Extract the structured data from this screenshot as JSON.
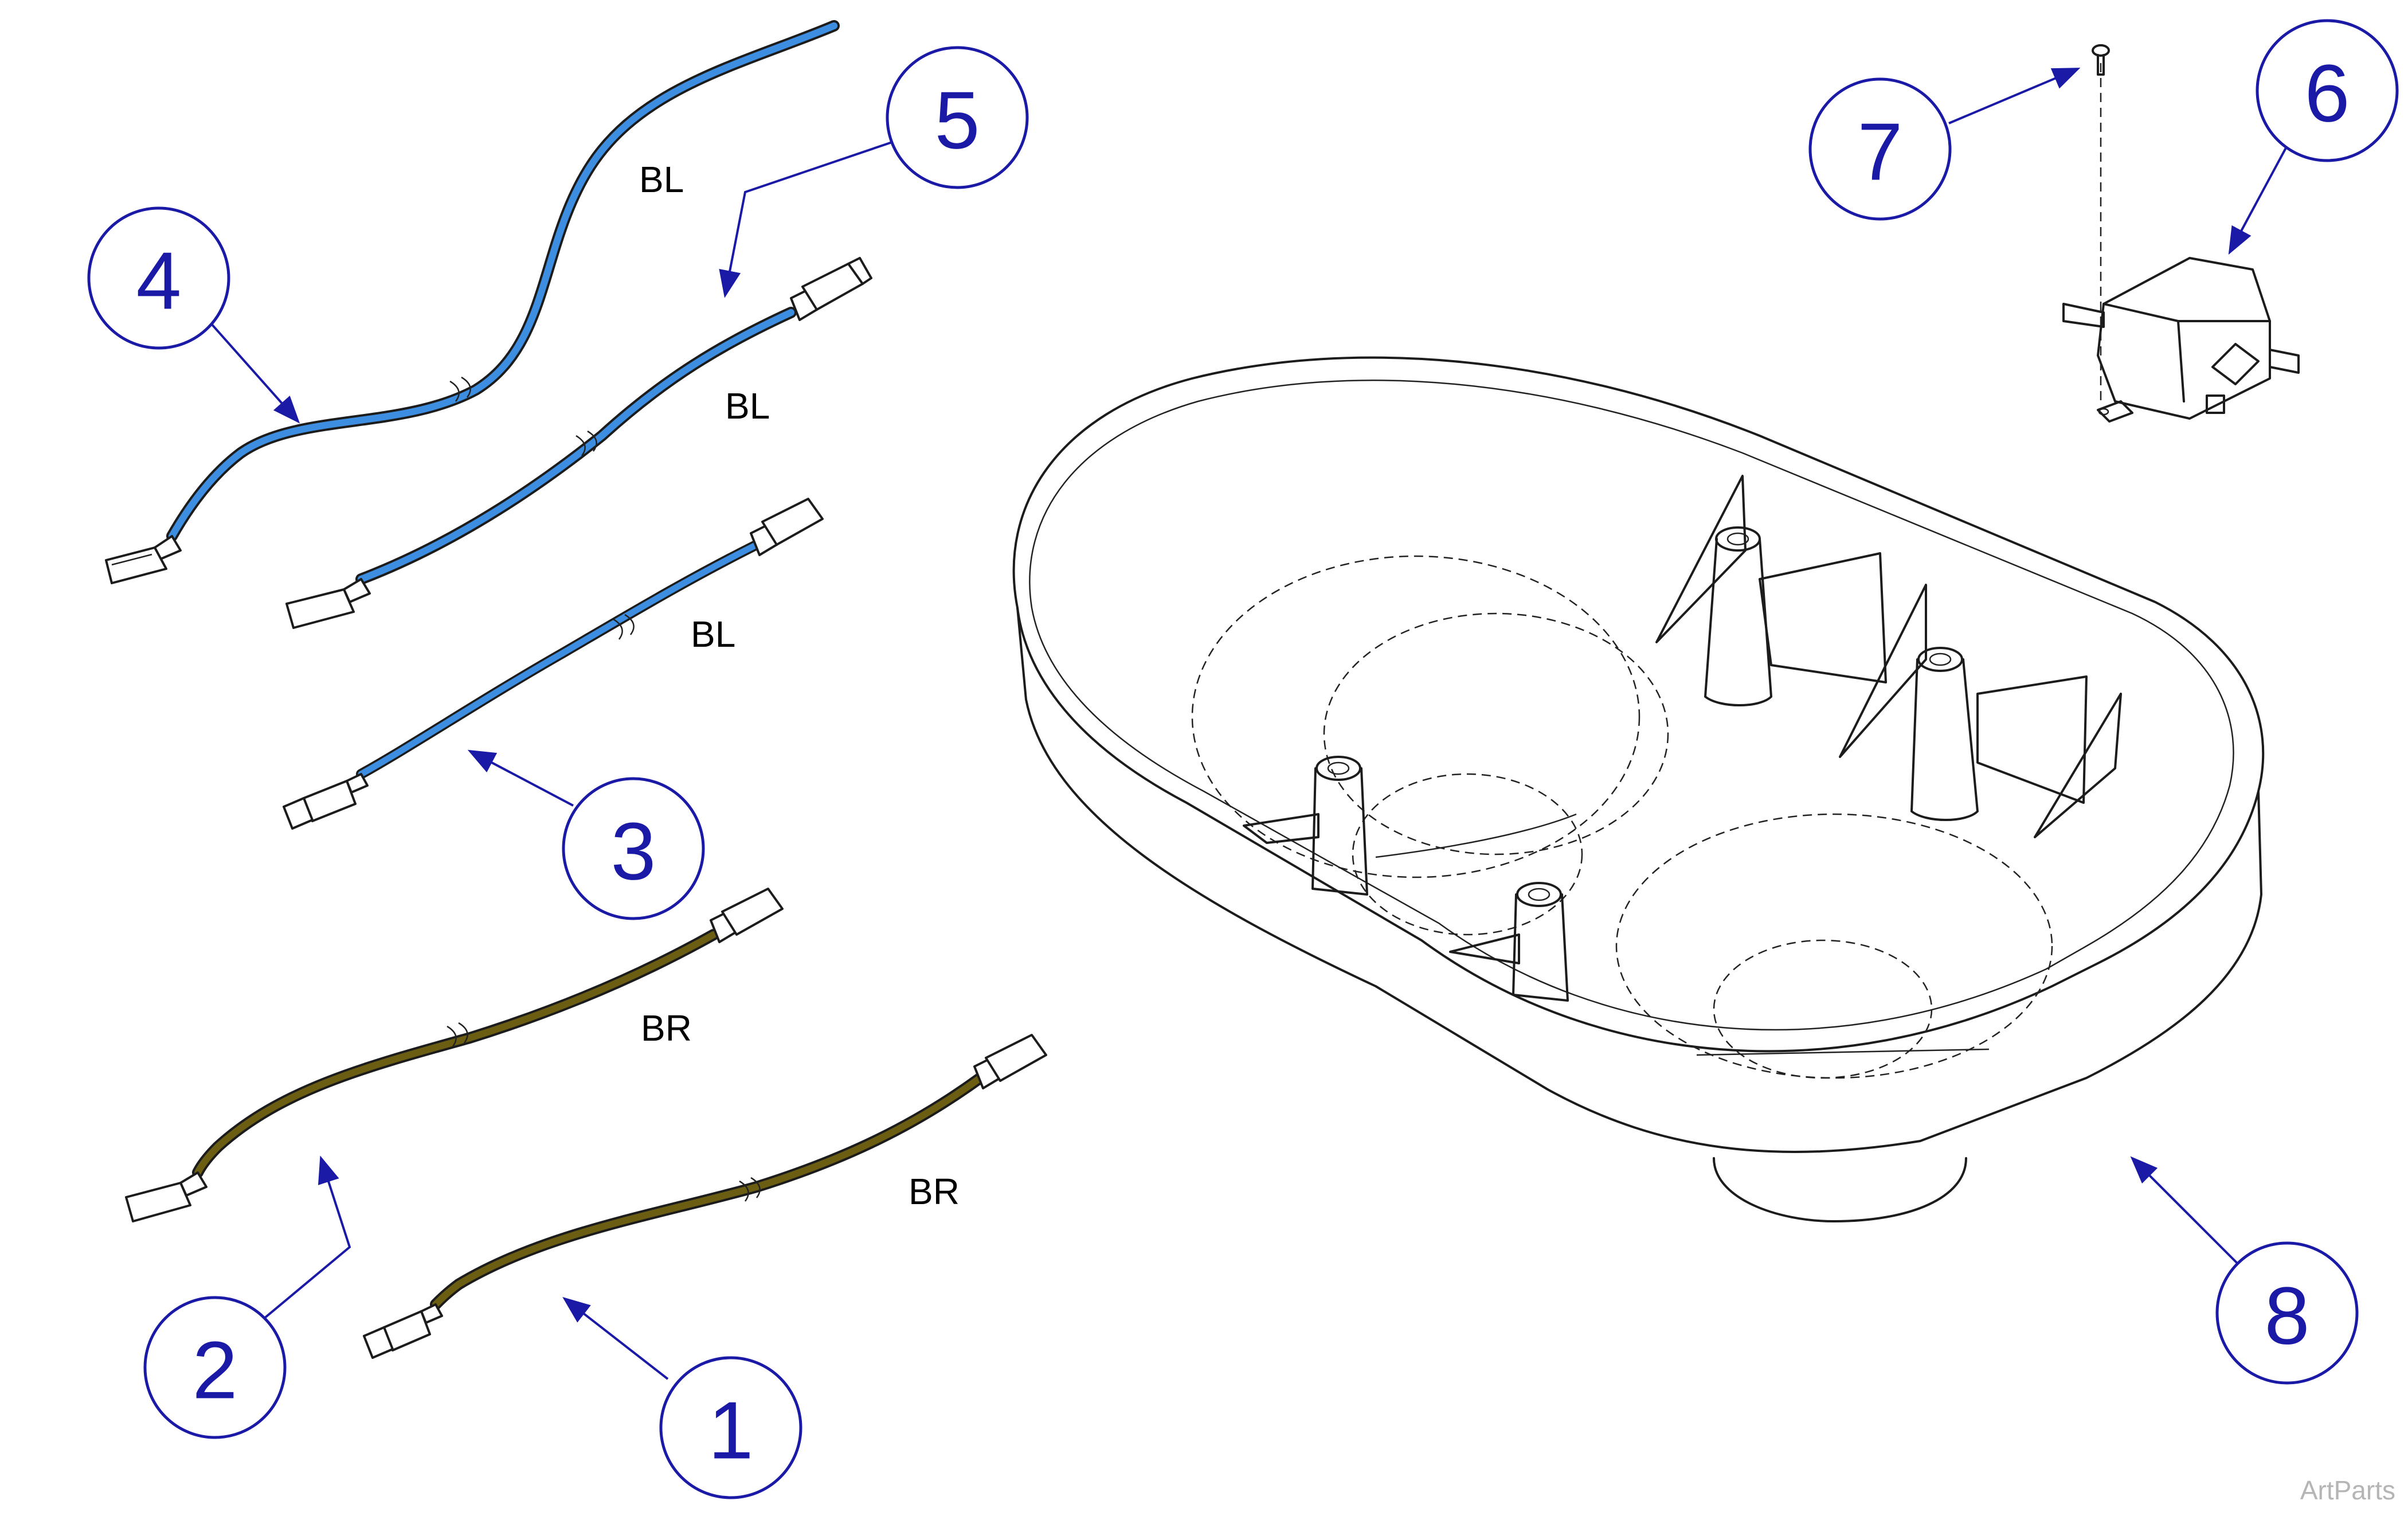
{
  "labels": {
    "wire_bl_4": "BL",
    "wire_bl_5": "BL",
    "wire_bl_3": "BL",
    "wire_br_2": "BR",
    "wire_br_1": "BR"
  },
  "balloons": {
    "b1": "1",
    "b2": "2",
    "b3": "3",
    "b4": "4",
    "b5": "5",
    "b6": "6",
    "b7": "7",
    "b8": "8"
  },
  "colors": {
    "blue_wire": "#3d8ee0",
    "brown_wire": "#6b5d12",
    "callout": "#1a1aa6"
  },
  "watermark": "ArtParts"
}
